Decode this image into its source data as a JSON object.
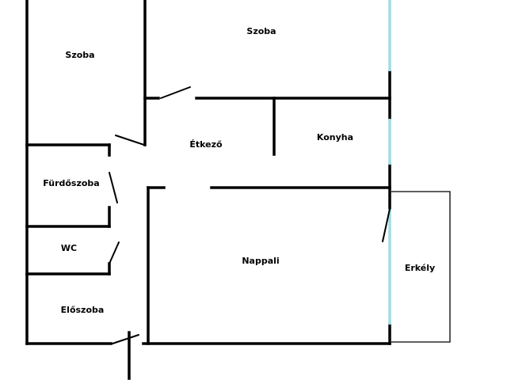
{
  "rooms": {
    "szoba_left": "Szoba",
    "szoba_top": "Szoba",
    "etkezo": "Étkező",
    "konyha": "Konyha",
    "furdoszoba": "Fürdőszoba",
    "wc": "WC",
    "eloszoba": "Előszoba",
    "nappali": "Nappali",
    "erkely": "Erkély"
  },
  "colors": {
    "wall": "#000000",
    "window": "#9fdde3",
    "balcony_outline": "#000000",
    "background": "#ffffff"
  }
}
